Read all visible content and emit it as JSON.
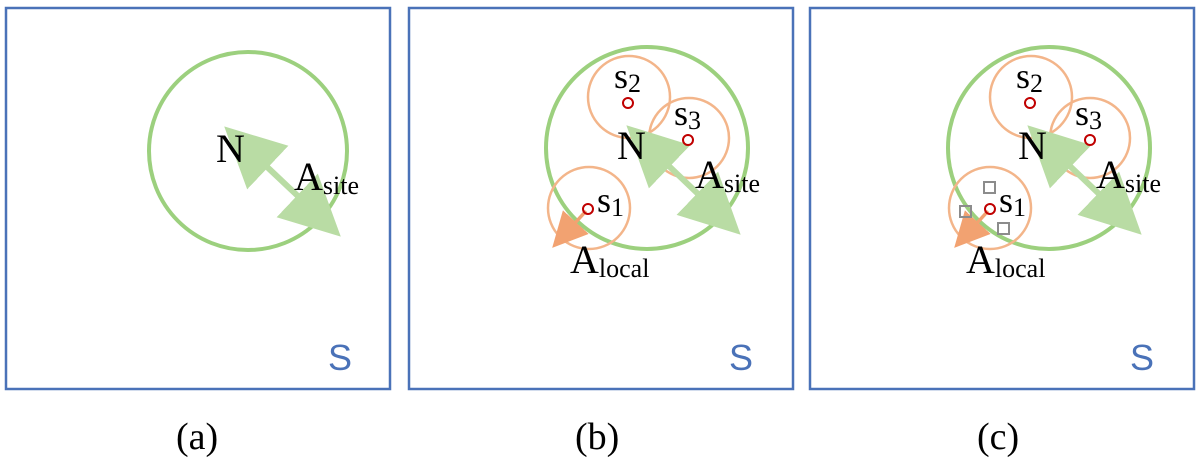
{
  "colors": {
    "frame": "#4a72b8",
    "site_circle": "#9cd07e",
    "site_arrow": "#b9dca4",
    "local_circle": "#f3b58a",
    "local_arrow": "#f2a271",
    "sample_point": "#c00000",
    "candidate_square": "#8c8c8c"
  },
  "panels": [
    {
      "caption": "(a)",
      "space_label": "S",
      "node_label": "N",
      "site_area": {
        "main": "A",
        "sub": "site"
      }
    },
    {
      "caption": "(b)",
      "space_label": "S",
      "node_label": "N",
      "site_area": {
        "main": "A",
        "sub": "site"
      },
      "local_area": {
        "main": "A",
        "sub": "local"
      },
      "samples": [
        {
          "main": "s",
          "sub": "2"
        },
        {
          "main": "s",
          "sub": "3"
        },
        {
          "main": "s",
          "sub": "1"
        }
      ]
    },
    {
      "caption": "(c)",
      "space_label": "S",
      "node_label": "N",
      "site_area": {
        "main": "A",
        "sub": "site"
      },
      "local_area": {
        "main": "A",
        "sub": "local"
      },
      "samples": [
        {
          "main": "s",
          "sub": "2"
        },
        {
          "main": "s",
          "sub": "3"
        },
        {
          "main": "s",
          "sub": "1"
        }
      ]
    }
  ]
}
